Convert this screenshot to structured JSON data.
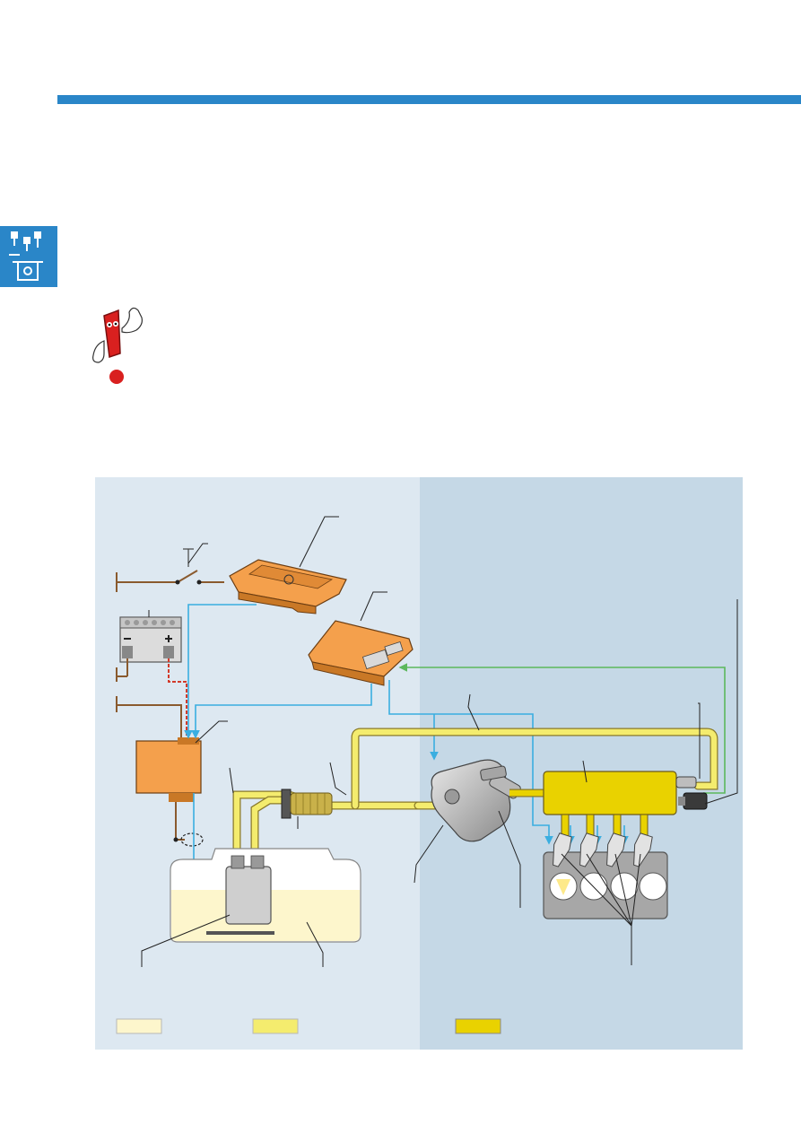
{
  "colors": {
    "header_bar": "#2a86c8",
    "tab_blue": "#2a86c8",
    "panel_left": "#dde8f1",
    "panel_right": "#c5d8e6",
    "low_pressure_fuel": "#f4ec6e",
    "high_pressure_fuel": "#e9d200",
    "tank_fuel": "#fdf6cc",
    "control_unit": "#f4a04c",
    "signal_line": "#3aaee0",
    "feedback_line": "#5cb85c",
    "wire_red": "#d23a2a",
    "wire_brown": "#8a5a2e",
    "warning_red": "#d9201f"
  },
  "icons": {
    "side_tab": "fuel-system-icon",
    "warning": "warning-mascot-icon"
  },
  "diagram": {
    "legend": {
      "swatches": [
        "tank-fuel",
        "low-pressure-fuel",
        "high-pressure-fuel"
      ]
    }
  }
}
